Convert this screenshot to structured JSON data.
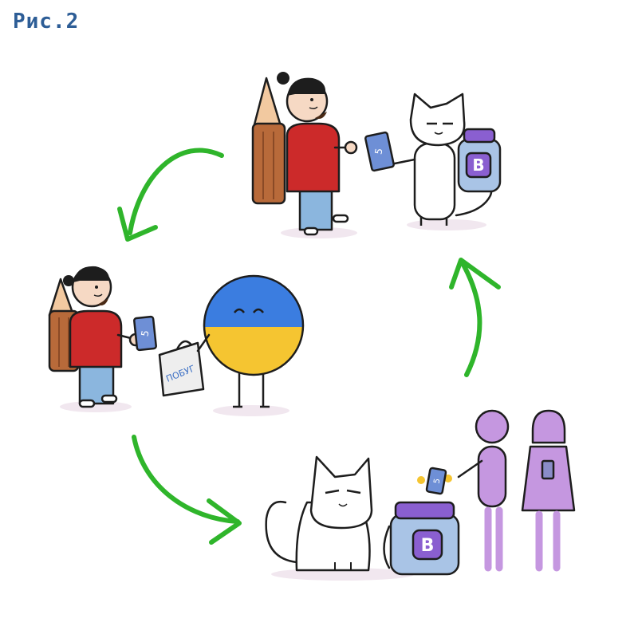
{
  "figure": {
    "label": "Рис.2"
  },
  "scene_top": {
    "banknote_text": "5",
    "jar_letter": "B"
  },
  "scene_left": {
    "banknote_text": "5",
    "bag_text": "ПОБУГ"
  },
  "scene_bottom": {
    "banknote_text": "5",
    "jar_letter": "B"
  },
  "colors": {
    "arrow": "#2fb52b",
    "jar_purple": "#8a5fd0",
    "jar_blue": "#a9c4e6",
    "ukraine_blue": "#3b7de0",
    "ukraine_yellow": "#f5c531",
    "shirt_red": "#cc2a2a",
    "jeans_blue": "#8bb6de",
    "human_silhouette": "#c597e0",
    "pencil_wood": "#b86a3a"
  }
}
